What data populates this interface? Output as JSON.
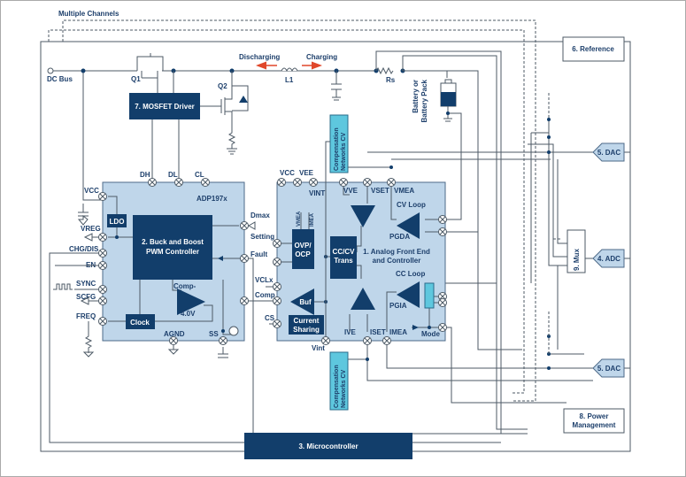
{
  "colors": {
    "block_dark": "#123e6b",
    "block_light": "#bfd6ea",
    "compensation": "#5ec7de",
    "arrow": "#e0472a",
    "line": "#4d5a66"
  },
  "labels": {
    "multiple_channels": "Multiple Channels",
    "dc_bus": "DC Bus",
    "q1": "Q1",
    "q2": "Q2",
    "l1": "L1",
    "rs": "Rs",
    "discharging": "Discharging",
    "charging": "Charging",
    "battery_line1": "Battery or",
    "battery_line2": "Battery Pack",
    "mosfet_driver": "7. MOSFET Driver",
    "adp": "ADP197x",
    "buck_boost_1": "2. Buck and Boost",
    "buck_boost_2": "PWM Controller",
    "ldo": "LDO",
    "clock": "Clock",
    "comp_minus": "Comp-",
    "v40": "4.0V",
    "pins_left": [
      "VCC",
      "VREG",
      "CHG/DIS",
      "EN",
      "SYNC",
      "SCFG",
      "FREQ"
    ],
    "pins_top": [
      "DH",
      "DL",
      "CL"
    ],
    "pins_right": [
      "Dmax",
      "Setting",
      "Fault",
      "VCLx",
      "Comp",
      "CS"
    ],
    "agnd": "AGND",
    "ss": "SS",
    "afe_1": "1. Analog Front End",
    "afe_2": "and Controller",
    "vcc": "VCC",
    "vee": "VEE",
    "vint": "VINT",
    "vint2": "Vint",
    "vve": "VVE",
    "vset": "VSET",
    "vmea": "VMEA",
    "ive": "IVE",
    "iset": "ISET",
    "imea": "IMEA",
    "cv_loop": "CV Loop",
    "cc_loop": "CC Loop",
    "pgda": "PGDA",
    "pgia": "PGIA",
    "mode": "Mode",
    "ovp_1": "OVP/",
    "ovp_2": "OCP",
    "ovp_vmea": "VMEA",
    "ovp_imea": "IMEA",
    "cccv_1": "CC/CV",
    "cccv_2": "Trans",
    "buf": "Buf",
    "cs_1": "Current",
    "cs_2": "Sharing",
    "comp_net_1": "Compensation",
    "comp_net_2": "Networks CV",
    "reference": "6. Reference",
    "dac": "5. DAC",
    "adc": "4. ADC",
    "mux": "9. Mux",
    "pm_1": "8. Power",
    "pm_2": "Management",
    "microcontroller": "3. Microcontroller"
  }
}
